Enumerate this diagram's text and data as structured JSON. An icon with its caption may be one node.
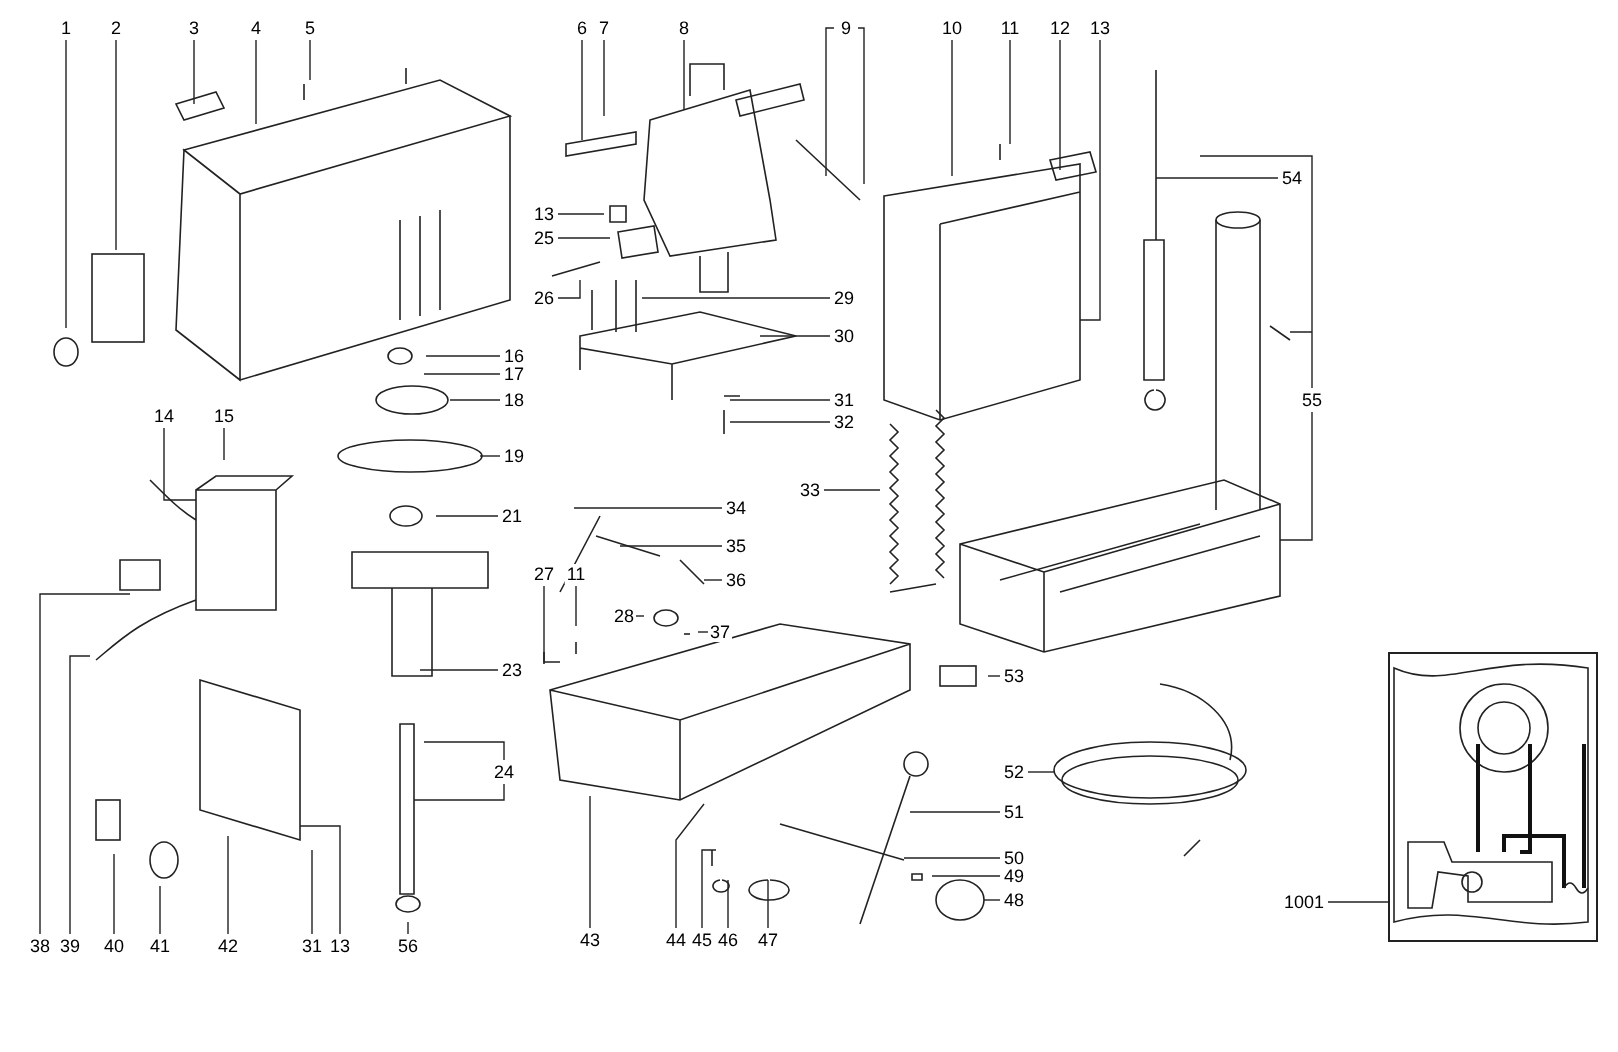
{
  "diagram": {
    "nodes": [
      {
        "text": [
          "1"
        ]
      },
      {
        "text": [
          "2"
        ]
      },
      {
        "text": [
          "3"
        ]
      },
      {
        "text": [
          "4"
        ]
      },
      {
        "text": [
          "5"
        ]
      },
      {
        "text": [
          "6"
        ]
      },
      {
        "text": [
          "7"
        ]
      },
      {
        "text": [
          "8"
        ]
      },
      {
        "text": [
          "9"
        ]
      },
      {
        "text": [
          "10"
        ]
      },
      {
        "text": [
          "11"
        ]
      },
      {
        "text": [
          "12"
        ]
      },
      {
        "text": [
          "13"
        ]
      },
      {
        "text": [
          "54"
        ]
      },
      {
        "text": [
          "13"
        ]
      },
      {
        "text": [
          "25"
        ]
      },
      {
        "text": [
          "26"
        ]
      },
      {
        "text": [
          "29"
        ]
      },
      {
        "text": [
          "30"
        ]
      },
      {
        "text": [
          "16"
        ]
      },
      {
        "text": [
          "17"
        ]
      },
      {
        "text": [
          "18"
        ]
      },
      {
        "text": [
          "31"
        ]
      },
      {
        "text": [
          "55"
        ]
      },
      {
        "text": [
          "32"
        ]
      },
      {
        "text": [
          "14"
        ]
      },
      {
        "text": [
          "15"
        ]
      },
      {
        "text": [
          "19"
        ]
      },
      {
        "text": [
          "33"
        ]
      },
      {
        "text": [
          "34"
        ]
      },
      {
        "text": [
          "21"
        ]
      },
      {
        "text": [
          "35"
        ]
      },
      {
        "text": [
          "27"
        ]
      },
      {
        "text": [
          "11"
        ]
      },
      {
        "text": [
          "36"
        ]
      },
      {
        "text": [
          "28"
        ]
      },
      {
        "text": [
          "37"
        ]
      },
      {
        "text": [
          "23"
        ]
      },
      {
        "text": [
          "53"
        ]
      },
      {
        "text": [
          "52"
        ]
      },
      {
        "text": [
          "24"
        ]
      },
      {
        "text": [
          "51"
        ]
      },
      {
        "text": [
          "50"
        ]
      },
      {
        "text": [
          "49"
        ]
      },
      {
        "text": [
          "48"
        ]
      },
      {
        "text": [
          "1001"
        ]
      },
      {
        "text": [
          "38"
        ]
      },
      {
        "text": [
          "39"
        ]
      },
      {
        "text": [
          "40"
        ]
      },
      {
        "text": [
          "41"
        ]
      },
      {
        "text": [
          "42"
        ]
      },
      {
        "text": [
          "31"
        ]
      },
      {
        "text": [
          "13"
        ]
      },
      {
        "text": [
          "56"
        ]
      },
      {
        "text": [
          "43"
        ]
      },
      {
        "text": [
          "44"
        ]
      },
      {
        "text": [
          "45"
        ]
      },
      {
        "text": [
          "46"
        ]
      },
      {
        "text": [
          "47"
        ]
      },
      {
        "text": [],
        "shape": "picture"
      }
    ],
    "edges": [
      {
        "from": 0,
        "to": null,
        "arrow": "none"
      },
      {
        "from": 1,
        "to": null,
        "arrow": "none"
      },
      {
        "from": 2,
        "to": null,
        "arrow": "none"
      },
      {
        "from": 3,
        "to": null,
        "arrow": "none"
      },
      {
        "from": 4,
        "to": null,
        "arrow": "none"
      },
      {
        "from": 5,
        "to": null,
        "arrow": "none"
      },
      {
        "from": 6,
        "to": null,
        "arrow": "none"
      },
      {
        "from": 7,
        "to": null,
        "arrow": "none"
      },
      {
        "from": 8,
        "to": null,
        "arrow": "none"
      },
      {
        "from": 9,
        "to": null,
        "arrow": "none"
      },
      {
        "from": 10,
        "to": null,
        "arrow": "none"
      },
      {
        "from": 11,
        "to": null,
        "arrow": "none"
      },
      {
        "from": 12,
        "to": null,
        "arrow": "none"
      },
      {
        "from": 13,
        "to": null,
        "arrow": "none"
      },
      {
        "from": 14,
        "to": null,
        "arrow": "none"
      },
      {
        "from": 15,
        "to": null,
        "arrow": "none"
      },
      {
        "from": 16,
        "to": null,
        "arrow": "none"
      },
      {
        "from": 17,
        "to": null,
        "arrow": "none"
      },
      {
        "from": 18,
        "to": null,
        "arrow": "none"
      },
      {
        "from": 19,
        "to": null,
        "arrow": "none"
      },
      {
        "from": 20,
        "to": null,
        "arrow": "none"
      },
      {
        "from": 21,
        "to": null,
        "arrow": "none"
      },
      {
        "from": 22,
        "to": null,
        "arrow": "none"
      },
      {
        "from": 23,
        "to": null,
        "arrow": "none"
      },
      {
        "from": 24,
        "to": null,
        "arrow": "none"
      },
      {
        "from": 25,
        "to": null,
        "arrow": "none"
      },
      {
        "from": 26,
        "to": null,
        "arrow": "none"
      },
      {
        "from": 27,
        "to": null,
        "arrow": "none"
      },
      {
        "from": 28,
        "to": null,
        "arrow": "none"
      },
      {
        "from": 29,
        "to": null,
        "arrow": "none"
      },
      {
        "from": 30,
        "to": null,
        "arrow": "none"
      },
      {
        "from": 31,
        "to": null,
        "arrow": "none"
      },
      {
        "from": 32,
        "to": null,
        "arrow": "none"
      },
      {
        "from": 33,
        "to": null,
        "arrow": "none"
      },
      {
        "from": 34,
        "to": null,
        "arrow": "none"
      },
      {
        "from": 35,
        "to": null,
        "arrow": "none"
      },
      {
        "from": 36,
        "to": null,
        "arrow": "none"
      },
      {
        "from": 37,
        "to": null,
        "arrow": "none"
      },
      {
        "from": 38,
        "to": null,
        "arrow": "none"
      },
      {
        "from": 39,
        "to": null,
        "arrow": "none"
      },
      {
        "from": 40,
        "to": null,
        "arrow": "none"
      },
      {
        "from": 41,
        "to": null,
        "arrow": "none"
      },
      {
        "from": 42,
        "to": null,
        "arrow": "none"
      },
      {
        "from": 43,
        "to": null,
        "arrow": "none"
      },
      {
        "from": 44,
        "to": null,
        "arrow": "none"
      },
      {
        "from": 45,
        "to": 59,
        "arrow": "none"
      },
      {
        "from": 46,
        "to": null,
        "arrow": "none"
      },
      {
        "from": 47,
        "to": null,
        "arrow": "none"
      },
      {
        "from": 48,
        "to": null,
        "arrow": "none"
      },
      {
        "from": 49,
        "to": null,
        "arrow": "none"
      },
      {
        "from": 50,
        "to": null,
        "arrow": "none"
      },
      {
        "from": 51,
        "to": null,
        "arrow": "none"
      },
      {
        "from": 52,
        "to": null,
        "arrow": "none"
      },
      {
        "from": 53,
        "to": null,
        "arrow": "none"
      },
      {
        "from": 54,
        "to": null,
        "arrow": "none"
      },
      {
        "from": 55,
        "to": null,
        "arrow": "none"
      },
      {
        "from": 56,
        "to": null,
        "arrow": "none"
      },
      {
        "from": 57,
        "to": null,
        "arrow": "none"
      },
      {
        "from": 58,
        "to": null,
        "arrow": "none"
      }
    ]
  }
}
